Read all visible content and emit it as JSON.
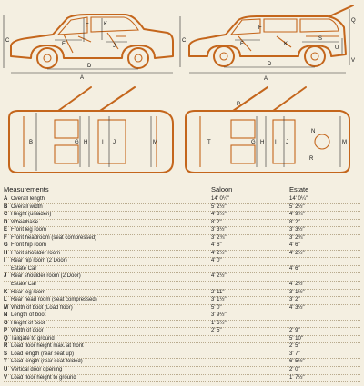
{
  "diagram": {
    "saloon_labels": [
      "A",
      "B",
      "C",
      "D",
      "E",
      "F",
      "G",
      "H",
      "I",
      "J",
      "K",
      "L",
      "M"
    ],
    "estate_labels": [
      "A",
      "C",
      "D",
      "E",
      "F",
      "G",
      "H",
      "I",
      "J",
      "K",
      "M",
      "N",
      "P",
      "Q",
      "R",
      "S",
      "T",
      "U",
      "V"
    ]
  },
  "table": {
    "header": {
      "measurements": "Measurements",
      "saloon": "Saloon",
      "estate": "Estate"
    },
    "rows": [
      {
        "key": "A",
        "label": "Overall length",
        "saloon": "14' 0¼\"",
        "estate": "14' 0¼\""
      },
      {
        "key": "B",
        "label": "Overall width",
        "saloon": "5' 2½\"",
        "estate": "5' 2½\""
      },
      {
        "key": "C",
        "label": "Height (unladen)",
        "saloon": "4' 8½\"",
        "estate": "4' 9¾\""
      },
      {
        "key": "D",
        "label": "Wheelbase",
        "saloon": "8' 2\"",
        "estate": "8' 2\""
      },
      {
        "key": "E",
        "label": "Front leg room",
        "saloon": "3' 3½\"",
        "estate": "3' 3½\""
      },
      {
        "key": "F",
        "label": "Front headroom (seat compressed)",
        "saloon": "3' 2¾\"",
        "estate": "3' 2¾\""
      },
      {
        "key": "G",
        "label": "Front hip room",
        "saloon": "4' 6\"",
        "estate": "4' 6\""
      },
      {
        "key": "H",
        "label": "Front shoulder room",
        "saloon": "4' 2½\"",
        "estate": "4' 2½\""
      },
      {
        "key": "I",
        "label": "Rear hip room (2 Door)",
        "saloon": "4' 0\"",
        "estate": ""
      },
      {
        "key": "",
        "label": "Estate Car",
        "saloon": "",
        "estate": "4' 6\""
      },
      {
        "key": "J",
        "label": "Rear shoulder room (2 Door)",
        "saloon": "4' 2½\"",
        "estate": ""
      },
      {
        "key": "",
        "label": "Estate Car",
        "saloon": "",
        "estate": "4' 2½\""
      },
      {
        "key": "K",
        "label": "Rear leg room",
        "saloon": "2' 11\"",
        "estate": "3' 1½\""
      },
      {
        "key": "L",
        "label": "Rear head room (seat compressed)",
        "saloon": "3' 1½\"",
        "estate": "3' 2\""
      },
      {
        "key": "M",
        "label": "Width of boot (Load floor)",
        "saloon": "5' 0\"",
        "estate": "4' 3½\""
      },
      {
        "key": "N",
        "label": "Length of boot",
        "saloon": "3' 9½\"",
        "estate": ""
      },
      {
        "key": "O",
        "label": "Height of boot",
        "saloon": "1' 6½\"",
        "estate": ""
      },
      {
        "key": "P",
        "label": "Width of door",
        "saloon": "2' 5\"",
        "estate": "2' 9\""
      },
      {
        "key": "Q",
        "label": "Tailgate to ground",
        "saloon": "",
        "estate": "5' 10\""
      },
      {
        "key": "R",
        "label": "Load floor height max. at front",
        "saloon": "",
        "estate": "2' 5\""
      },
      {
        "key": "S",
        "label": "Load length (rear seat up)",
        "saloon": "",
        "estate": "3' 7\""
      },
      {
        "key": "T",
        "label": "Load length (rear seat folded)",
        "saloon": "",
        "estate": "6' 5½\""
      },
      {
        "key": "U",
        "label": "Vertical door opening",
        "saloon": "",
        "estate": "2' 0\""
      },
      {
        "key": "V",
        "label": "Load floor height to ground",
        "saloon": "",
        "estate": "1' 7½\""
      }
    ]
  },
  "colors": {
    "drawing": "#c4661c",
    "paper": "#f4efe1",
    "dimension": "#2a2a2a"
  }
}
